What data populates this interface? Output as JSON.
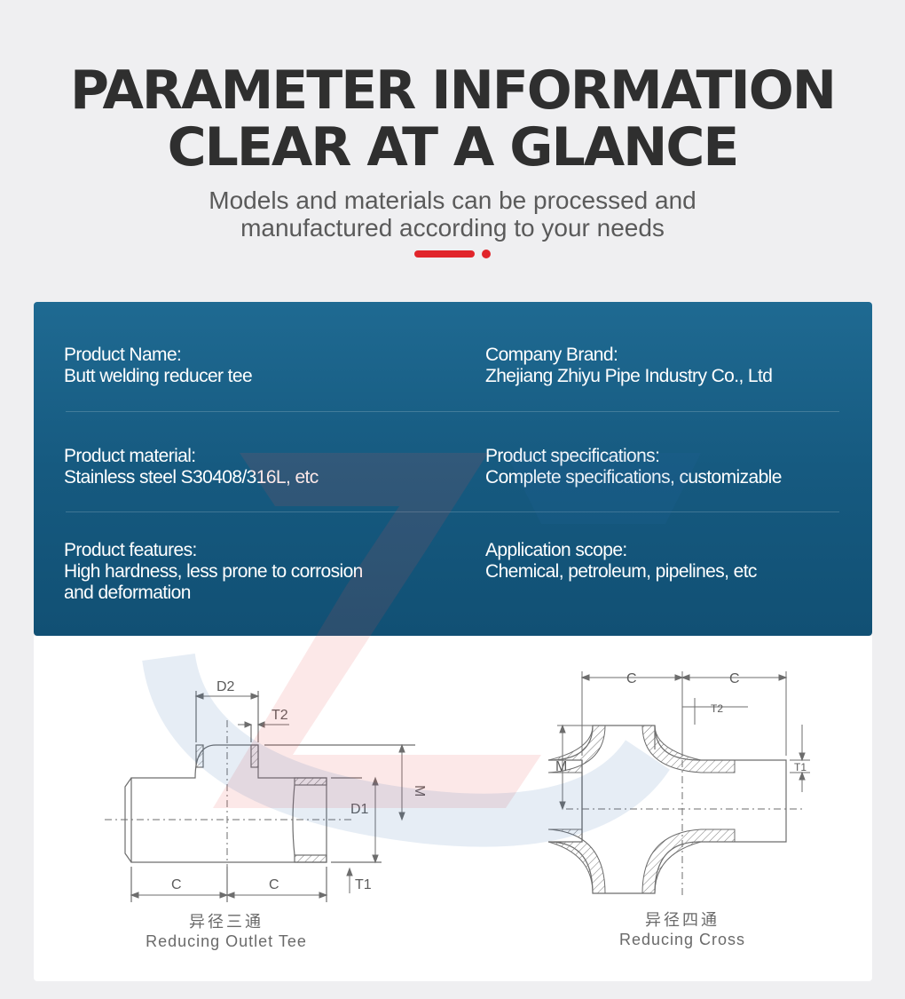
{
  "header": {
    "title_line1": "PARAMETER INFORMATION",
    "title_line2": "CLEAR AT A GLANCE",
    "subtitle_line1": "Models and materials can be processed and",
    "subtitle_line2": "manufactured according to your needs",
    "accent_color": "#e1252b"
  },
  "info": {
    "rows": [
      {
        "left": {
          "label": "Product Name:",
          "value": "Butt welding reducer tee"
        },
        "right": {
          "label": "Company Brand:",
          "value": "Zhejiang Zhiyu Pipe Industry Co., Ltd"
        }
      },
      {
        "left": {
          "label": "Product material:",
          "value": "Stainless steel S30408/316L, etc"
        },
        "right": {
          "label": "Product specifications:",
          "value": "Complete specifications, customizable"
        }
      },
      {
        "left": {
          "label": "Product features:",
          "value_line1": "High hardness, less prone to corrosion",
          "value_line2": "and deformation"
        },
        "right": {
          "label": "Application scope:",
          "value": "Chemical, petroleum, pipelines, etc"
        }
      }
    ],
    "panel_color": "#165a80"
  },
  "diagrams": {
    "tee": {
      "caption_cn": "异径三通",
      "caption_en": "Reducing Outlet Tee",
      "labels": {
        "d2": "D2",
        "t2": "T2",
        "m": "M",
        "d1": "D1",
        "t1": "T1",
        "c": "C"
      }
    },
    "cross": {
      "caption_cn": "异径四通",
      "caption_en": "Reducing Cross",
      "labels": {
        "c": "C",
        "t2": "T2",
        "m": "M",
        "t1": "T1"
      }
    }
  }
}
